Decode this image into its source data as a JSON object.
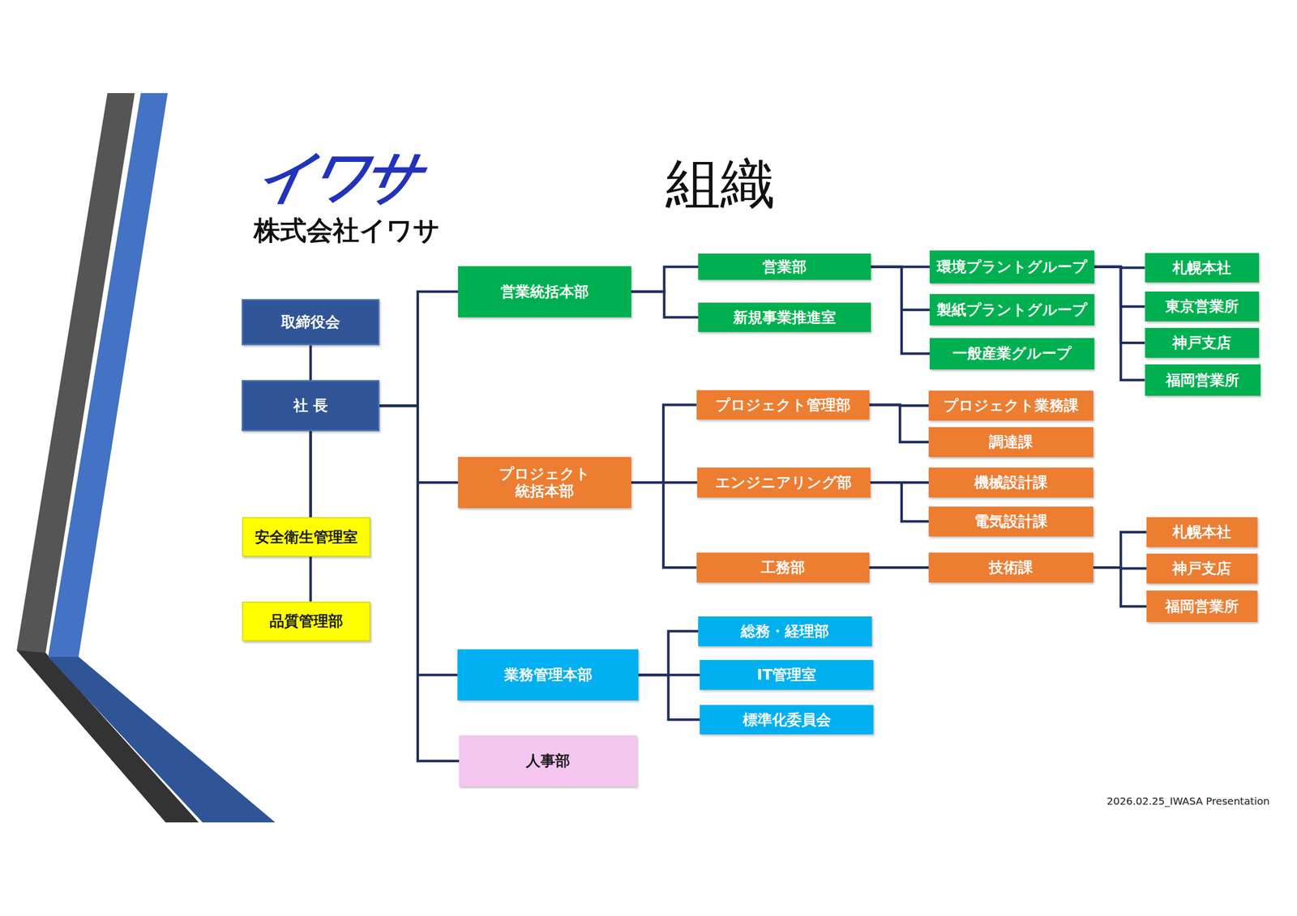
{
  "diagram": {
    "title": "組織",
    "nodes": [
      {
        "text": [
          "取締役会"
        ]
      },
      {
        "text": [
          "社 長"
        ]
      },
      {
        "text": [
          "安全衛生管理室"
        ]
      },
      {
        "text": [
          "品質管理部"
        ]
      },
      {
        "text": [
          "営業統括本部"
        ]
      },
      {
        "text": [
          "プロジェクト 統括本部"
        ]
      },
      {
        "text": [
          "業務管理本部"
        ]
      },
      {
        "text": [
          "人事部"
        ]
      },
      {
        "text": [
          "営業部"
        ]
      },
      {
        "text": [
          "新規事業推進室"
        ]
      },
      {
        "text": [
          "プロジェクト管理部"
        ]
      },
      {
        "text": [
          "エンジニアリング部"
        ]
      },
      {
        "text": [
          "工務部"
        ]
      },
      {
        "text": [
          "総務・経理部"
        ]
      },
      {
        "text": [
          "IT管理室"
        ]
      },
      {
        "text": [
          "標準化委員会"
        ]
      },
      {
        "text": [
          "環境プラントグループ"
        ]
      },
      {
        "text": [
          "製紙プラントグループ"
        ]
      },
      {
        "text": [
          "一般産業グループ"
        ]
      },
      {
        "text": [
          "プロジェクト業務課"
        ]
      },
      {
        "text": [
          "調達課"
        ]
      },
      {
        "text": [
          "機械設計課"
        ]
      },
      {
        "text": [
          "電気設計課"
        ]
      },
      {
        "text": [
          "技術課"
        ]
      },
      {
        "text": [
          "札幌本社"
        ]
      },
      {
        "text": [
          "東京営業所"
        ]
      },
      {
        "text": [
          "神戸支店"
        ]
      },
      {
        "text": [
          "福岡営業所"
        ]
      },
      {
        "text": [
          "札幌本社"
        ]
      },
      {
        "text": [
          "神戸支店"
        ]
      },
      {
        "text": [
          "福岡営業所"
        ]
      }
    ],
    "edges": [
      {
        "from": 0,
        "to": 1,
        "arrow": "none"
      },
      {
        "from": 1,
        "to": 4,
        "arrow": "none"
      },
      {
        "from": 1,
        "to": 5,
        "arrow": "none"
      },
      {
        "from": 1,
        "to": 2,
        "arrow": "none"
      },
      {
        "from": 1,
        "to": 3,
        "arrow": "none"
      },
      {
        "from": 1,
        "to": 6,
        "arrow": "none"
      },
      {
        "from": 1,
        "to": 7,
        "arrow": "none"
      },
      {
        "from": 4,
        "to": 8,
        "arrow": "none"
      },
      {
        "from": 4,
        "to": 9,
        "arrow": "none"
      },
      {
        "from": 5,
        "to": 10,
        "arrow": "none"
      },
      {
        "from": 5,
        "to": 11,
        "arrow": "none"
      },
      {
        "from": 5,
        "to": 12,
        "arrow": "none"
      },
      {
        "from": 6,
        "to": 13,
        "arrow": "none"
      },
      {
        "from": 6,
        "to": 14,
        "arrow": "none"
      },
      {
        "from": 6,
        "to": 15,
        "arrow": "none"
      },
      {
        "from": 8,
        "to": 16,
        "arrow": "none"
      },
      {
        "from": 8,
        "to": 17,
        "arrow": "none"
      },
      {
        "from": 8,
        "to": 18,
        "arrow": "none"
      },
      {
        "from": 16,
        "to": 24,
        "arrow": "none"
      },
      {
        "from": 16,
        "to": 25,
        "arrow": "none"
      },
      {
        "from": 16,
        "to": 26,
        "arrow": "none"
      },
      {
        "from": 16,
        "to": 27,
        "arrow": "none"
      },
      {
        "from": 10,
        "to": 19,
        "arrow": "none"
      },
      {
        "from": 10,
        "to": 20,
        "arrow": "none"
      },
      {
        "from": 11,
        "to": 21,
        "arrow": "none"
      },
      {
        "from": 11,
        "to": 22,
        "arrow": "none"
      },
      {
        "from": 12,
        "to": 23,
        "arrow": "none"
      },
      {
        "from": 23,
        "to": 28,
        "arrow": "none"
      },
      {
        "from": 23,
        "to": 29,
        "arrow": "none"
      },
      {
        "from": 23,
        "to": 30,
        "arrow": "none"
      }
    ],
    "labels": [
      "イワサ",
      "株式会社イワサ",
      "2026.02.25_IWASA Presentation"
    ]
  }
}
